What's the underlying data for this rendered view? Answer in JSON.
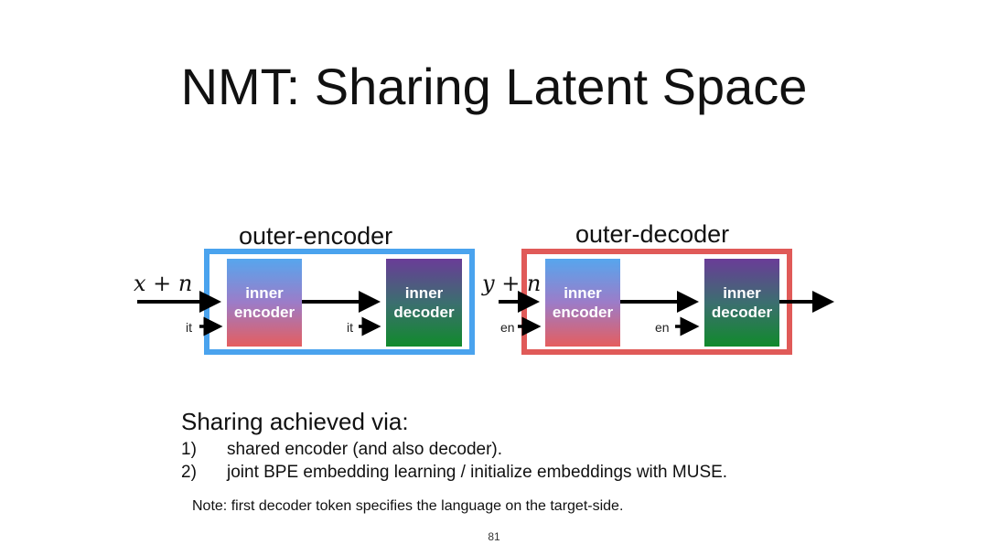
{
  "title": "NMT: Sharing Latent Space",
  "diagram": {
    "outer_encoder": {
      "label": "outer-encoder",
      "input": "x + n",
      "encoder_token": "it",
      "decoder_token": "it",
      "inner_encoder": "inner\nencoder",
      "inner_decoder": "inner\ndecoder",
      "color": "#4aa3ee"
    },
    "outer_decoder": {
      "label": "outer-decoder",
      "input": "y + n",
      "encoder_token": "en",
      "decoder_token": "en",
      "inner_encoder": "inner\nencoder",
      "inner_decoder": "inner\ndecoder",
      "color": "#e05a58"
    }
  },
  "sharing": {
    "heading": "Sharing achieved via:",
    "items": [
      {
        "num": "1)",
        "text": "shared encoder (and also decoder)."
      },
      {
        "num": "2)",
        "text": "joint BPE embedding learning / initialize embeddings with MUSE."
      }
    ]
  },
  "note": "Note: first decoder token specifies the language on the target-side.",
  "page_number": "81"
}
